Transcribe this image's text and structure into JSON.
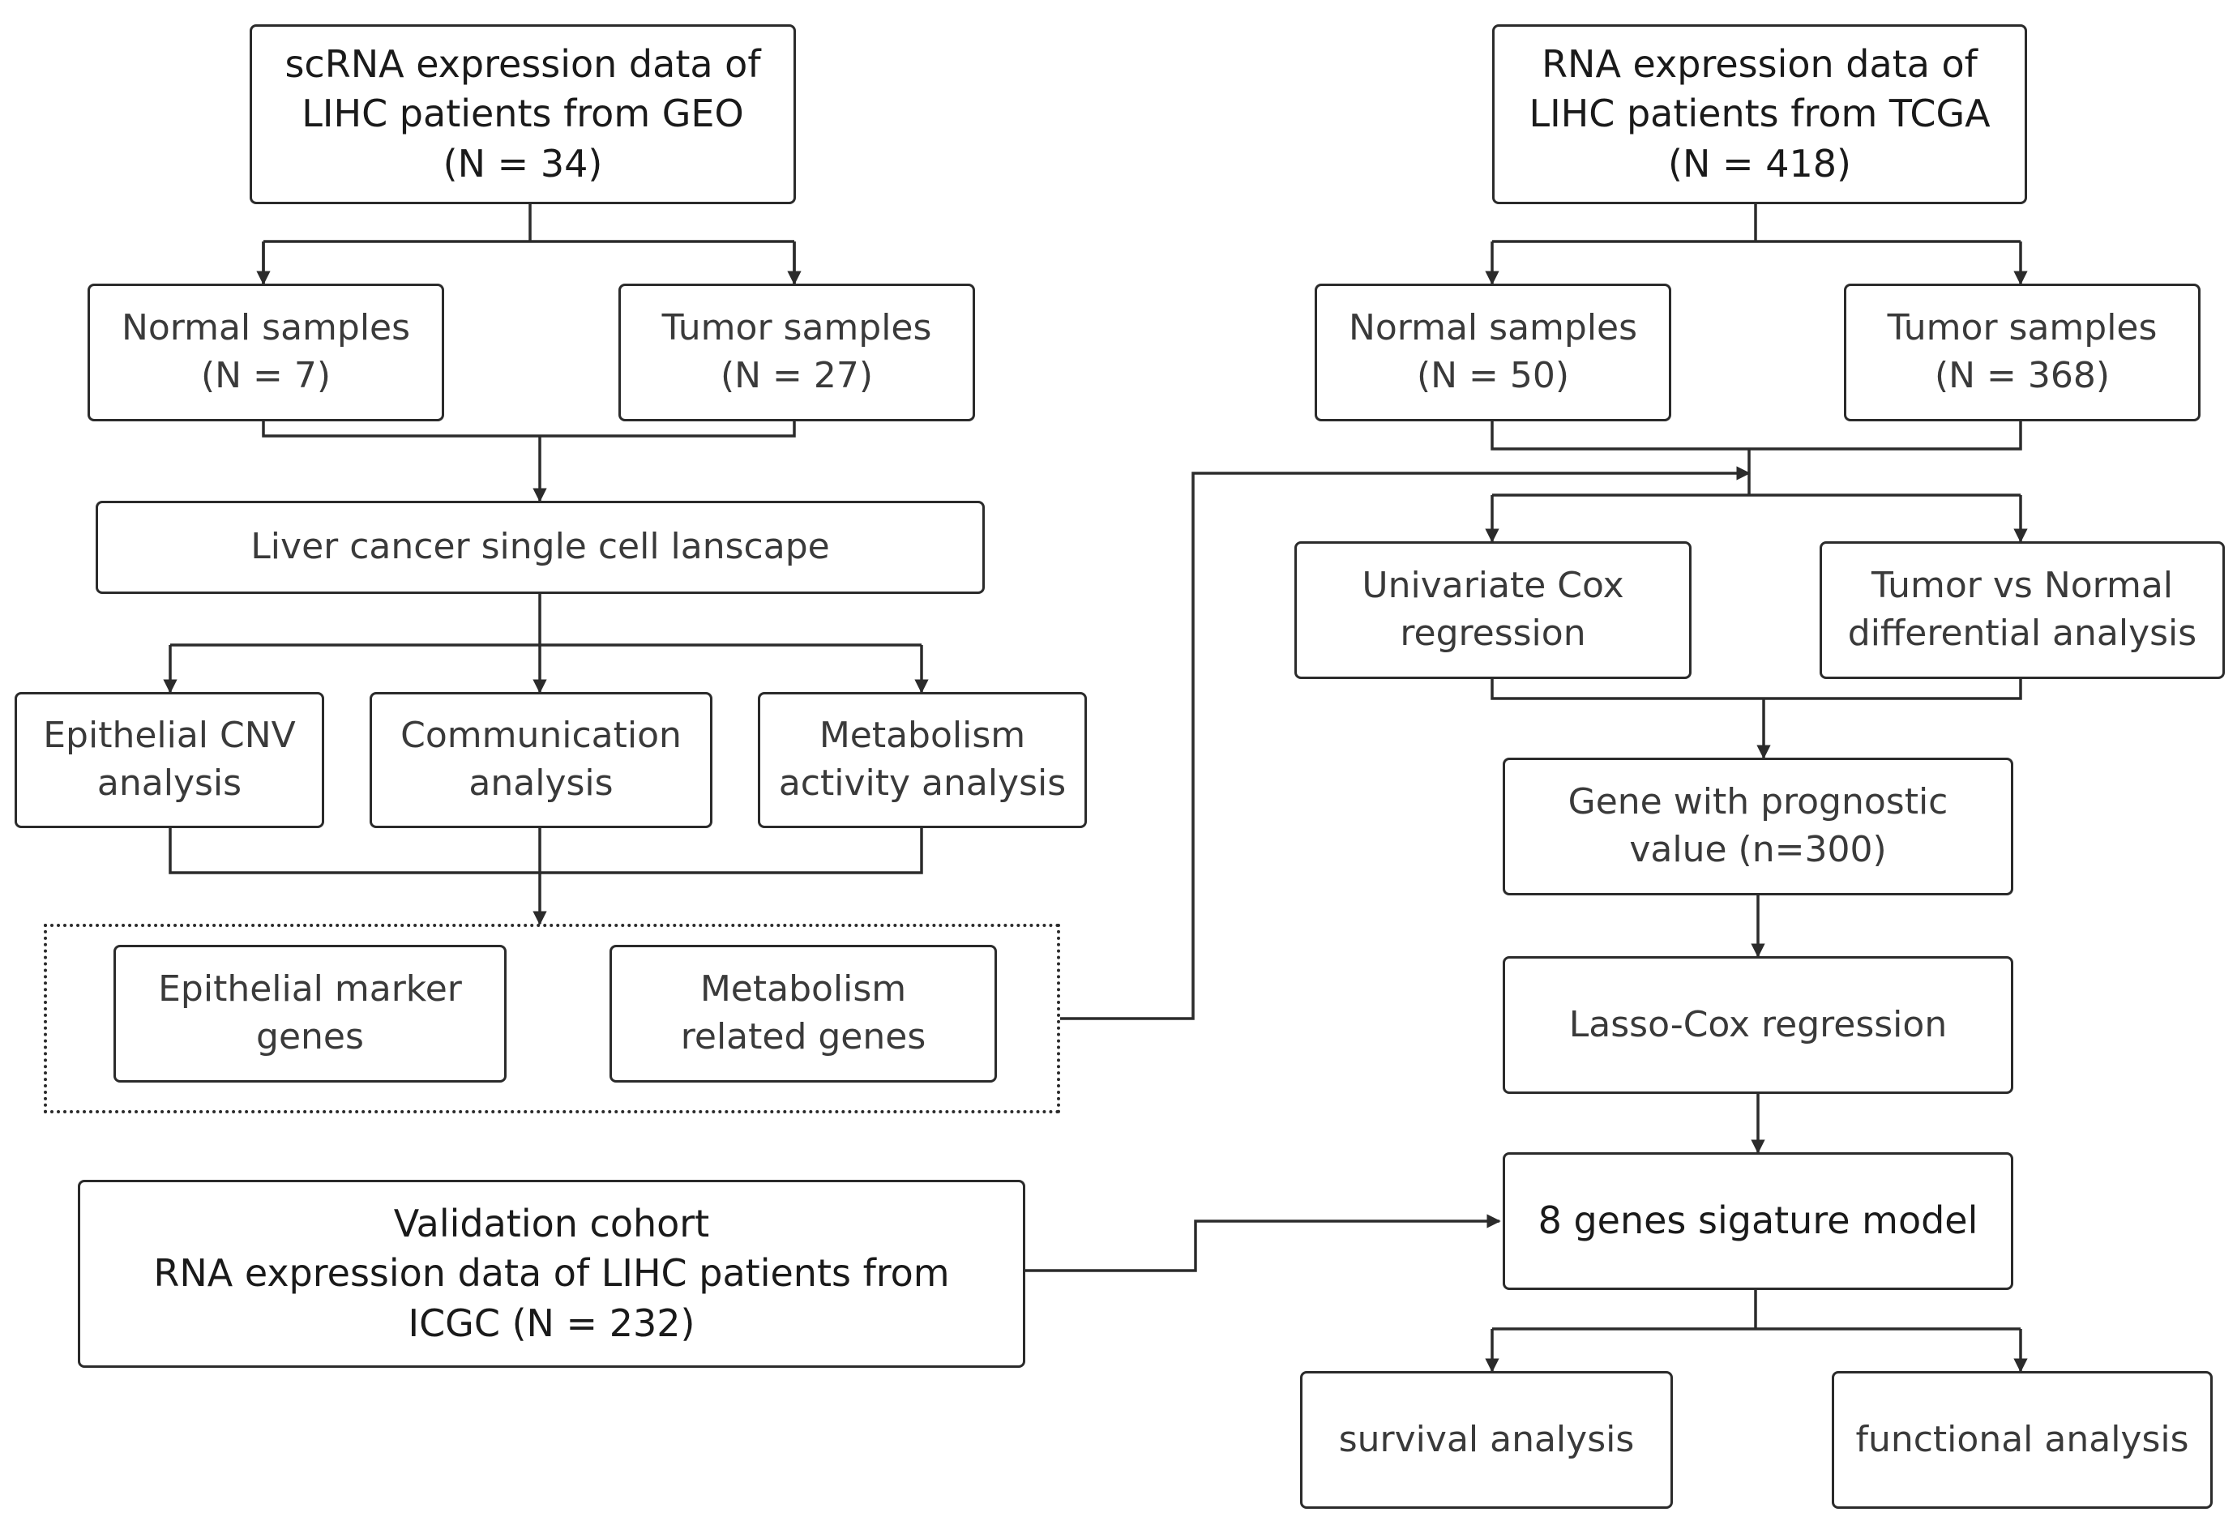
{
  "left": {
    "source": {
      "line1": "scRNA expression data of",
      "line2": "LIHC patients from GEO",
      "line3": "(N = 34)"
    },
    "normal": {
      "line1": "Normal samples",
      "line2": "(N = 7)"
    },
    "tumor": {
      "line1": "Tumor samples",
      "line2": "(N = 27)"
    },
    "landscape": "Liver cancer single cell lanscape",
    "cnv": {
      "line1": "Epithelial CNV",
      "line2": "analysis"
    },
    "communication": {
      "line1": "Communication",
      "line2": "analysis"
    },
    "metabolism_activity": {
      "line1": "Metabolism",
      "line2": "activity analysis"
    },
    "marker_genes": {
      "line1": "Epithelial marker",
      "line2": "genes"
    },
    "metabolism_genes": {
      "line1": "Metabolism",
      "line2": "related genes"
    }
  },
  "right": {
    "source": {
      "line1": "RNA expression data of",
      "line2": "LIHC patients from TCGA",
      "line3": "(N = 418)"
    },
    "normal": {
      "line1": "Normal samples",
      "line2": "(N = 50)"
    },
    "tumor": {
      "line1": "Tumor samples",
      "line2": "(N = 368)"
    },
    "univariate": {
      "line1": "Univariate Cox",
      "line2": "regression"
    },
    "differential": {
      "line1": "Tumor vs Normal",
      "line2": "differential analysis"
    },
    "prognostic": {
      "line1": "Gene with prognostic",
      "line2": "value (n=300)"
    },
    "lasso": "Lasso-Cox regression",
    "model": "8 genes sigature model",
    "survival": "survival analysis",
    "functional": "functional analysis"
  },
  "validation": {
    "line1": "Validation cohort",
    "line2": "RNA expression data of LIHC patients from",
    "line3": "ICGC (N = 232)"
  },
  "colors": {
    "stroke": "#2b2b2b",
    "text": "#3a3a3a"
  }
}
